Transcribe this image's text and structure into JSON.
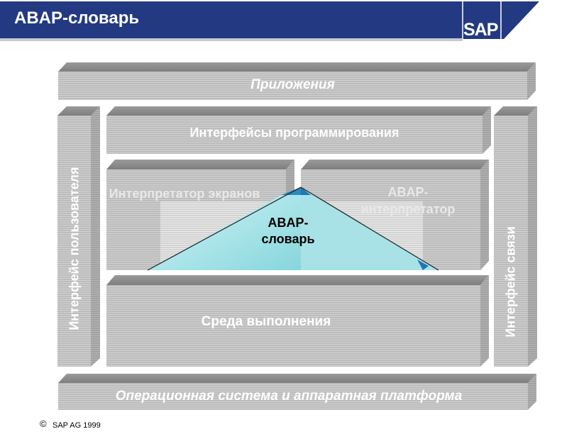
{
  "title": "ABAP-словарь",
  "logo": "SAP",
  "colors": {
    "header_blue": "#233a82",
    "block_gray": "#b8b8b8",
    "block_top": "#8c8c8c",
    "block_side": "#a4a4a4",
    "dictionary_cyan": "#9fe4e8"
  },
  "blocks": {
    "applications": "Приложения",
    "programming_interfaces": "Интерфейсы программирования",
    "screen_interpreter": "Интерпретатор экранов",
    "abap_interpreter_line1": "ABAP-",
    "abap_interpreter_line2": "интерпретатор",
    "dictionary_line1": "ABAP-",
    "dictionary_line2": "словарь",
    "runtime_environment": "Среда выполнения",
    "user_interface": "Интерфейс пользователя",
    "communication_interface": "Интерфейс связи",
    "os_platform": "Операционная система и аппаратная платформа"
  },
  "footer": {
    "symbol": "©",
    "text": "SAP AG 1999"
  }
}
